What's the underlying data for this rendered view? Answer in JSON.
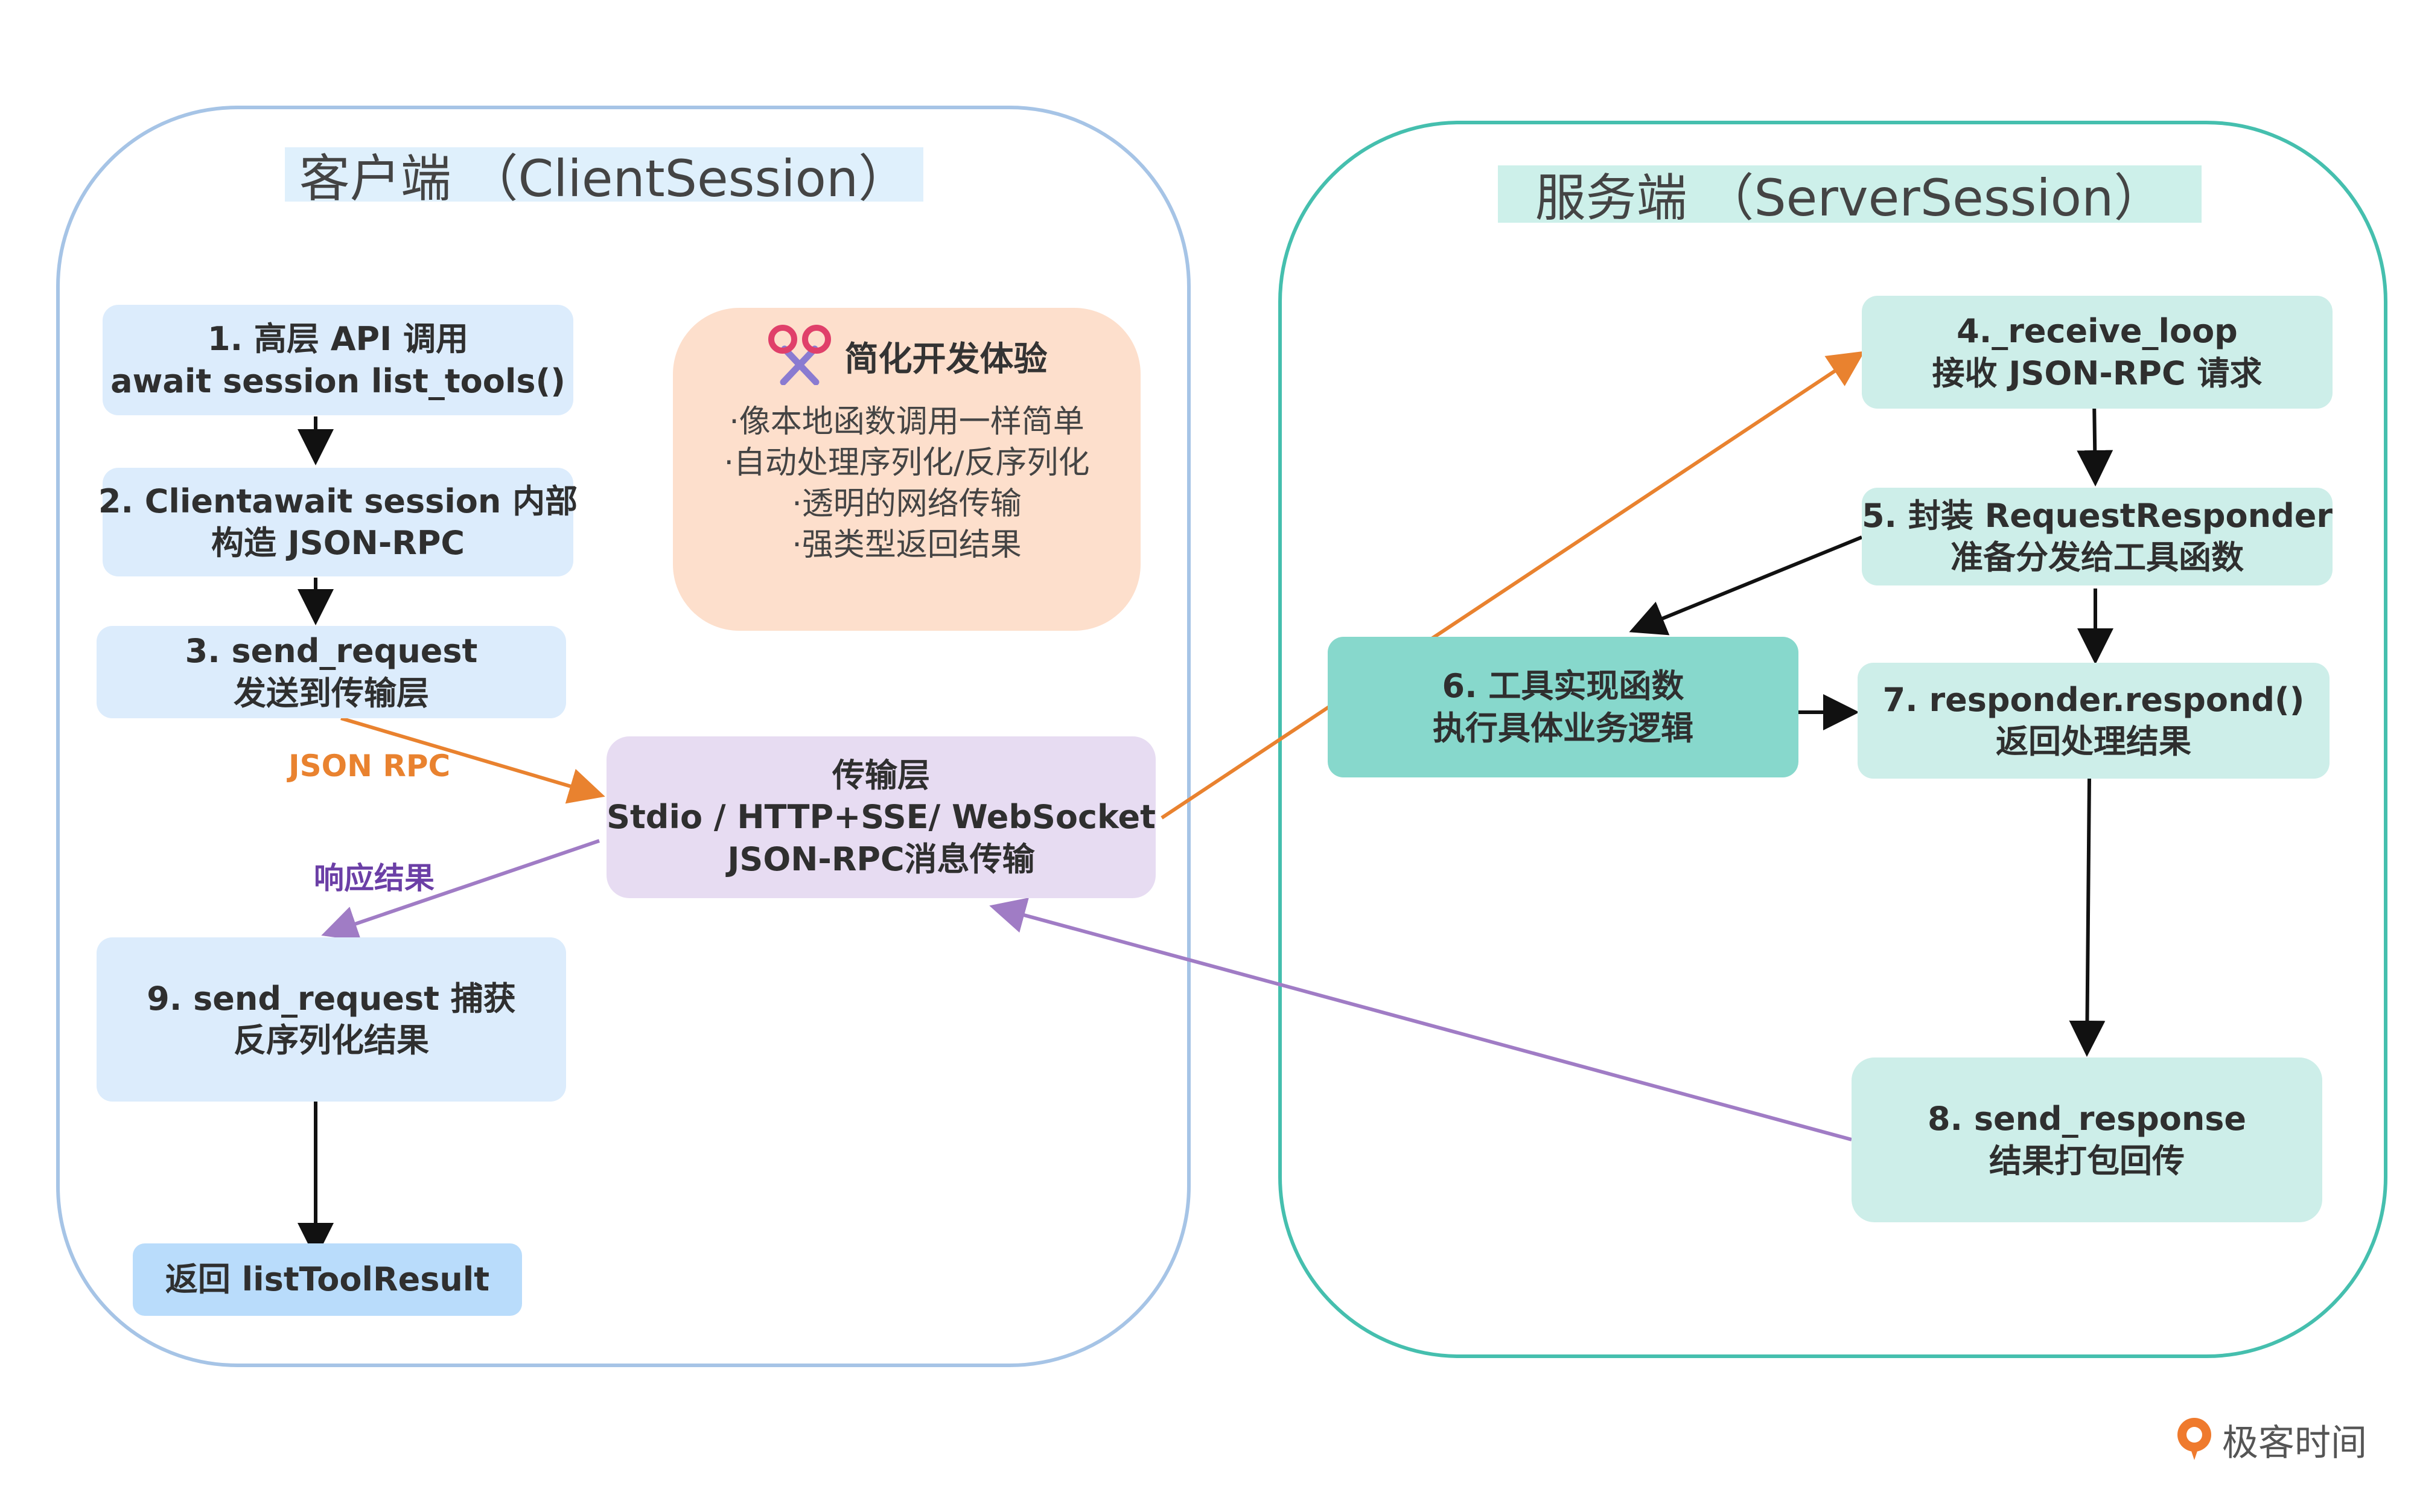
{
  "client": {
    "title": "客户端 （ClientSession）",
    "step1": {
      "line1": "1. 高层 API 调用",
      "line2": "await session list_tools()"
    },
    "step2": {
      "line1": "2. Clientawait session 内部",
      "line2": "构造 JSON-RPC"
    },
    "step3": {
      "line1": "3. send_request",
      "line2": "发送到传输层"
    },
    "step9": {
      "line1": "9. send_request 捕获",
      "line2": "反序列化结果"
    },
    "result": {
      "label": "返回 listToolResult"
    }
  },
  "server": {
    "title": "服务端 （ServerSession）",
    "step4": {
      "line1": "4._receive_loop",
      "line2": "接收 JSON-RPC 请求"
    },
    "step5": {
      "line1": "5. 封装 RequestResponder",
      "line2": "准备分发给工具函数"
    },
    "step6": {
      "line1": "6. 工具实现函数",
      "line2": "执行具体业务逻辑"
    },
    "step7": {
      "line1": "7. responder.respond()",
      "line2": "返回处理结果"
    },
    "step8": {
      "line1": "8. send_response",
      "line2": "结果打包回传"
    }
  },
  "transport": {
    "line1": "传输层",
    "line2": "Stdio / HTTP+SSE/ WebSocket",
    "line3": "JSON-RPC消息传输"
  },
  "tip": {
    "icon": "scissors-icon",
    "title": "简化开发体验",
    "items": [
      "·像本地函数调用一样简单",
      "·自动处理序列化/反序列化",
      "·透明的网络传输",
      "·强类型返回结果"
    ]
  },
  "edges": {
    "json_rpc_label": "JSON RPC",
    "response_label": "响应结果"
  },
  "colors": {
    "client_border": "#a6c4e6",
    "server_border": "#45bfae",
    "request_arrow": "#e9822f",
    "response_arrow": "#a07cc5",
    "flow_arrow": "#111111"
  },
  "logo": {
    "icon": "geekbang-logo-icon",
    "text": "极客时间"
  }
}
